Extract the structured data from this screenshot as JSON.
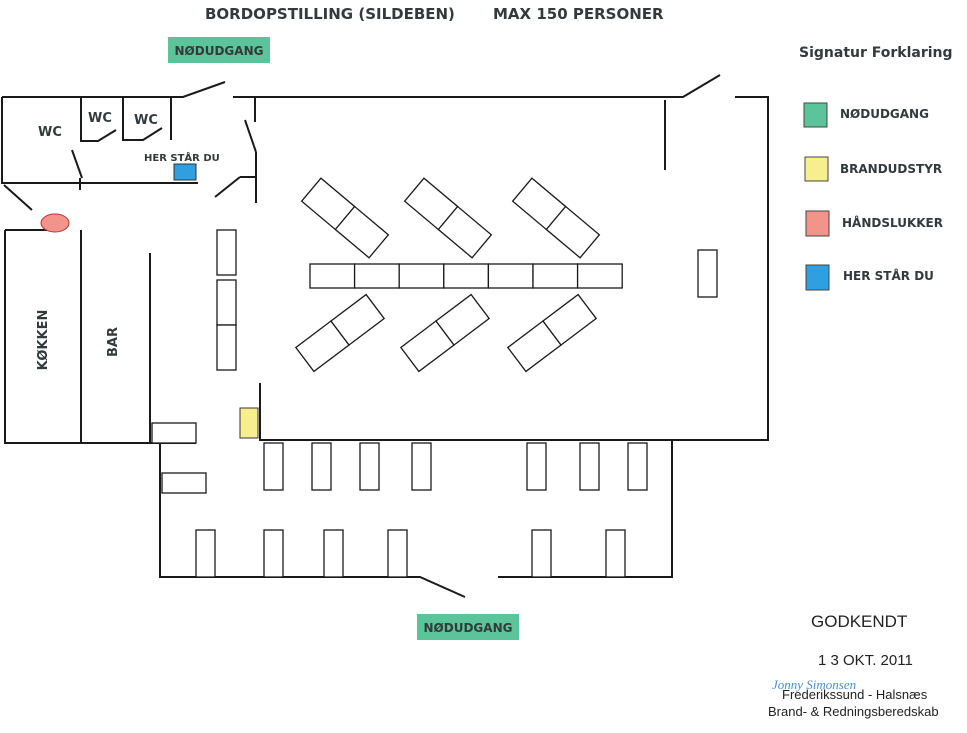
{
  "title": {
    "main": "BORDOPSTILLING (SILDEBEN)",
    "capacity": "MAX 150 PERSONER"
  },
  "rooms": {
    "wc1": "WC",
    "wc2": "WC",
    "wc3": "WC",
    "kitchen": "KØKKEN",
    "bar": "BAR",
    "here": "HER STÅR DU"
  },
  "exits": {
    "top": "NØDUDGANG",
    "bottom": "NØDUDGANG"
  },
  "legend": {
    "title": "Signatur Forklaring",
    "items": [
      {
        "label": "NØDUDGANG",
        "color": "#5cc49a"
      },
      {
        "label": "BRANDUDSTYR",
        "color": "#f7ef8f"
      },
      {
        "label": "HÅNDSLUKKER",
        "color": "#f2948a"
      },
      {
        "label": "HER STÅR DU",
        "color": "#2f9fe0"
      }
    ]
  },
  "stamp": {
    "approved": "GODKENDT",
    "date": "1 3 OKT. 2011",
    "signature": "Jonny Simonsen",
    "org_line1": "Frederikssund - Halsnæs",
    "org_line2": "Brand- & Redningsberedskab"
  }
}
